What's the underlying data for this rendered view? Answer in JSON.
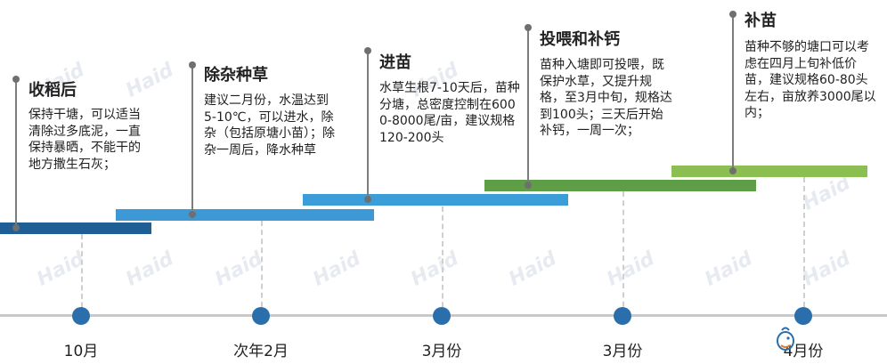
{
  "watermark_text": "Haid",
  "colors": {
    "stage1": "#1f5f95",
    "stage2": "#3d98d6",
    "stage3": "#3b9ed9",
    "stage4": "#5e9e46",
    "stage5": "#8bbf52",
    "node": "#2a6fab",
    "axis": "#c9c9c9"
  },
  "stages": [
    {
      "title": "收稻后",
      "description": "保持干塘，可以适当清除过多底泥，一直保持暴晒，不能干的地方撒生石灰；"
    },
    {
      "title": "除杂种草",
      "description": "建议二月份，水温达到5-10℃，可以进水，除杂（包括原塘小苗）；除杂一周后，降水种草"
    },
    {
      "title": "进苗",
      "description": "水草生根7-10天后，苗种分塘，总密度控制在6000-8000尾/亩，建议规格120-200头"
    },
    {
      "title": "投喂和补钙",
      "description": "苗种入塘即可投喂，既保护水草，又提升规格，至3月中旬，规格达到100头；三天后开始补钙，一周一次；"
    },
    {
      "title": "补苗",
      "description": "苗种不够的塘口可以考虑在四月上旬补低价苗，建议规格60-80头左右，亩放养3000尾以内；"
    }
  ],
  "timeline_dates": [
    "10月",
    "次年2月",
    "3月份",
    "3月份",
    "4月份"
  ],
  "logo_icon": "fish-logo-icon"
}
